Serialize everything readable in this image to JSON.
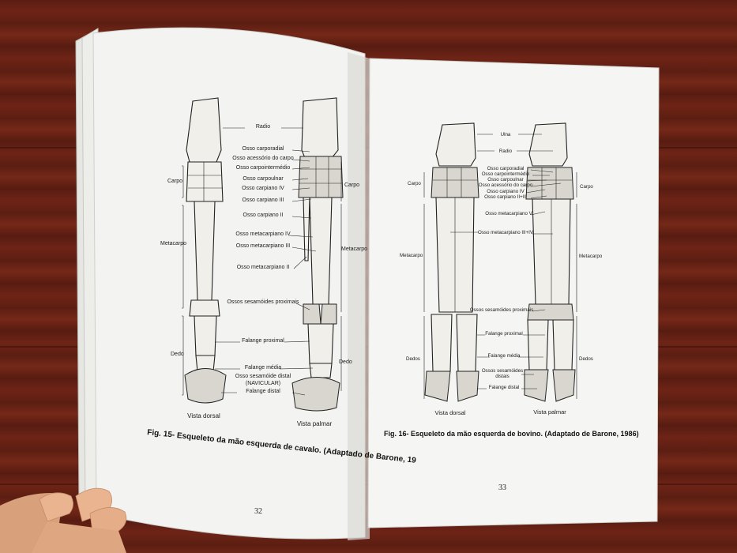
{
  "left_page": {
    "labels_center": [
      "Radio",
      "Osso carporadial",
      "Osso acessório do carpo",
      "Osso carpointermédio",
      "Osso carpoulnar",
      "Osso carpiano IV",
      "Osso carpiano III",
      "Osso carpiano II",
      "Osso metacarpiano IV",
      "Osso metacarpiano III",
      "Osso metacarpiano II",
      "Ossos sesamóides proximais",
      "Falange proximal",
      "Falange média",
      "Osso sesamóide distal",
      "(NAVICULAR)",
      "Falange distal"
    ],
    "side_labels": [
      "Carpo",
      "Metacarpo",
      "Dedo",
      "Carpo",
      "Metacarpo",
      "Dedo"
    ],
    "view_dorsal": "Vista dorsal",
    "view_palmar": "Vista palmar",
    "caption": "Fig. 15- Esqueleto da mão esquerda de cavalo. (Adaptado de Barone, 19",
    "page_number": "32"
  },
  "right_page": {
    "labels_center": [
      "Ulna",
      "Radio",
      "Osso carporadial",
      "Osso carpointermédio",
      "Osso carpoulnar",
      "Osso acessório do carpo",
      "Osso carpiano IV",
      "Osso carpiano II+III",
      "Osso metacarpiano V",
      "Osso metacarpiano III+IV",
      "Ossos sesamóides proximais",
      "Falange proximal",
      "Falange média",
      "Ossos sesamóides",
      "distais",
      "Falange distal"
    ],
    "side_labels": [
      "Carpo",
      "Metacarpo",
      "Dedos",
      "Carpo",
      "Metacarpo",
      "Dedos"
    ],
    "view_dorsal": "Vista dorsal",
    "view_palmar": "Vista palmar",
    "caption": "Fig. 16- Esqueleto da mão esquerda de bovino. (Adaptado de Barone, 1986)",
    "page_number": "33"
  },
  "colors": {
    "table": "#6e2416",
    "paper": "#f4f4f2",
    "ink": "#1c1c1c",
    "skin": "#e9b48f"
  }
}
